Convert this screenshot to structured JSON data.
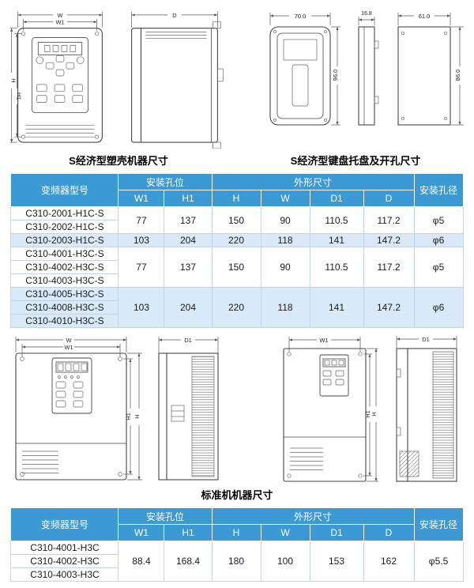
{
  "page": {
    "captions": {
      "s_case": "S经济型塑壳机器尺寸",
      "s_keypad": "S经济型键盘托盘及开孔尺寸",
      "standard": "标准机机器尺寸"
    }
  },
  "dims": {
    "W": "W",
    "W1": "W1",
    "D": "D",
    "D1": "D1",
    "H": "H",
    "H1": "H1",
    "keypad_width": "70.0",
    "keypad_depth": "16.8",
    "cutout_width": "61.0",
    "keypad_height": "96.0",
    "cutout_height": "86.0"
  },
  "table_headers": {
    "model": "变频器型号",
    "mounting": "安装孔位",
    "outline": "外形尺寸",
    "hole_dia": "安装孔径",
    "w1": "W1",
    "h1": "H1",
    "h": "H",
    "w": "W",
    "d1": "D1",
    "d": "D"
  },
  "table1": {
    "groups": [
      {
        "models": [
          "C310-2001-H1C-S",
          "C310-2002-H1C-S"
        ],
        "w1": "77",
        "h1": "137",
        "h": "150",
        "w": "90",
        "d1": "110.5",
        "d": "117.2",
        "hole": "φ5"
      },
      {
        "models": [
          "C310-2003-H1C-S"
        ],
        "w1": "103",
        "h1": "204",
        "h": "220",
        "w": "118",
        "d1": "141",
        "d": "147.2",
        "hole": "φ6"
      },
      {
        "models": [
          "C310-4001-H3C-S",
          "C310-4002-H3C-S",
          "C310-4003-H3C-S"
        ],
        "w1": "77",
        "h1": "137",
        "h": "150",
        "w": "90",
        "d1": "110.5",
        "d": "117.2",
        "hole": "φ5"
      },
      {
        "models": [
          "C310-4005-H3C-S",
          "C310-4008-H3C-S",
          "C310-4010-H3C-S"
        ],
        "w1": "103",
        "h1": "204",
        "h": "220",
        "w": "118",
        "d1": "141",
        "d": "147.2",
        "hole": "φ6"
      }
    ]
  },
  "table2": {
    "groups": [
      {
        "models": [
          "C310-4001-H3C",
          "C310-4002-H3C",
          "C310-4003-H3C"
        ],
        "w1": "88.4",
        "h1": "168.4",
        "h": "180",
        "w": "100",
        "d1": "153",
        "d": "162",
        "hole": "φ5.5"
      }
    ]
  }
}
